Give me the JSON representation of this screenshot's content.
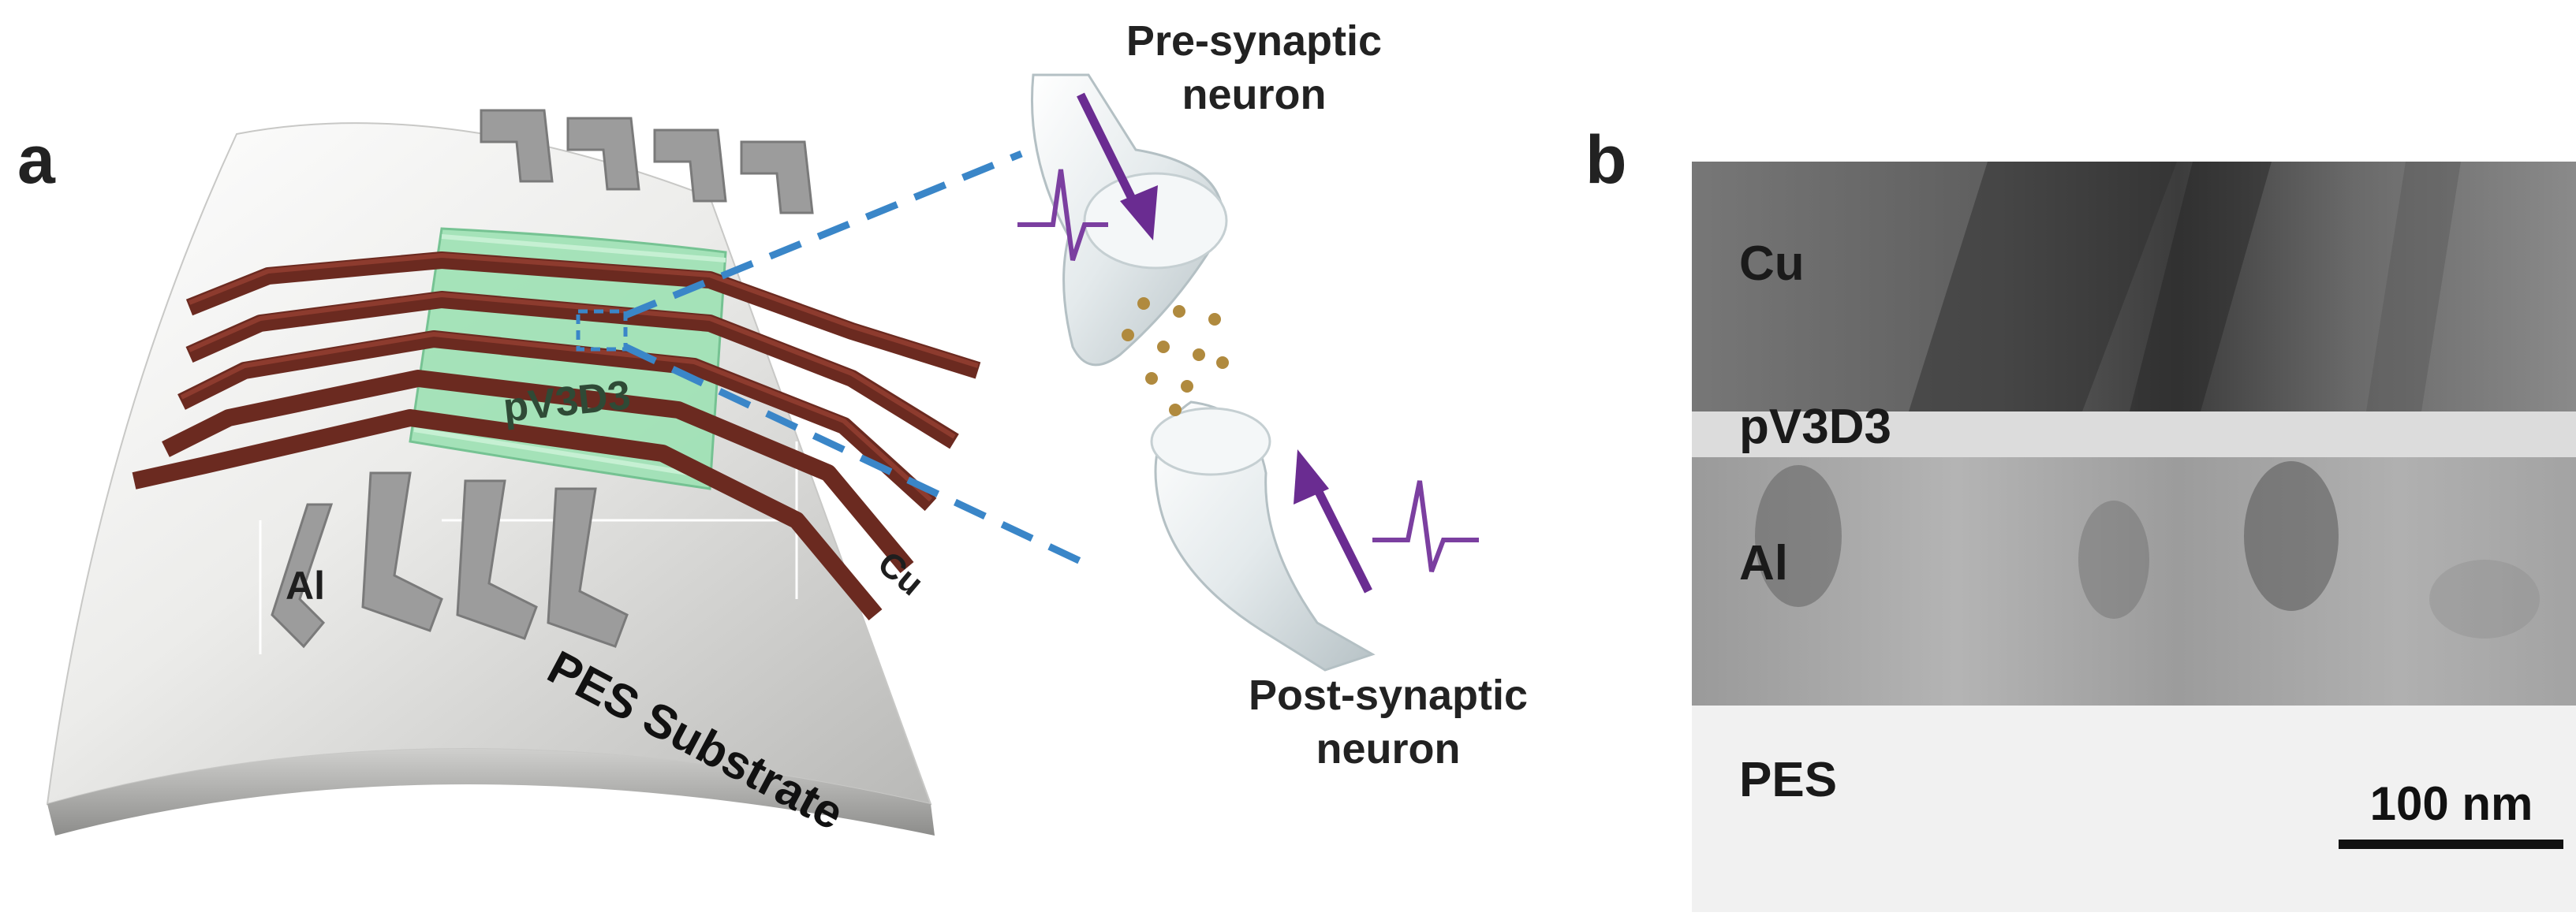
{
  "panel_a": {
    "letter": "a",
    "labels": {
      "pv3d3": "pV3D3",
      "al": "Al",
      "cu": "Cu",
      "substrate": "PES Substrate",
      "pre_line1": "Pre-synaptic",
      "pre_line2": "neuron",
      "post_line1": "Post-synaptic",
      "post_line2": "neuron"
    },
    "colors": {
      "substrate": "#e8e8e6",
      "al_electrode": "#9c9c9c",
      "cu_electrode": "#6b2a20",
      "pv3d3_layer": "#8fd9a8",
      "zoom_dash": "#3a86c8",
      "arrow": "#6a2c91",
      "spike": "#7b3fa0",
      "vesicle": "#b08a3e",
      "neuron_glass": "#dfe6e8"
    }
  },
  "panel_b": {
    "letter": "b",
    "layers": [
      "Cu",
      "pV3D3",
      "Al",
      "PES"
    ],
    "scale_bar": "100 nm",
    "colors": {
      "cu": "#6f6f6f",
      "pv3d3": "#dcdcdc",
      "al": "#a5a5a5",
      "pes": "#f1f1f1"
    }
  }
}
